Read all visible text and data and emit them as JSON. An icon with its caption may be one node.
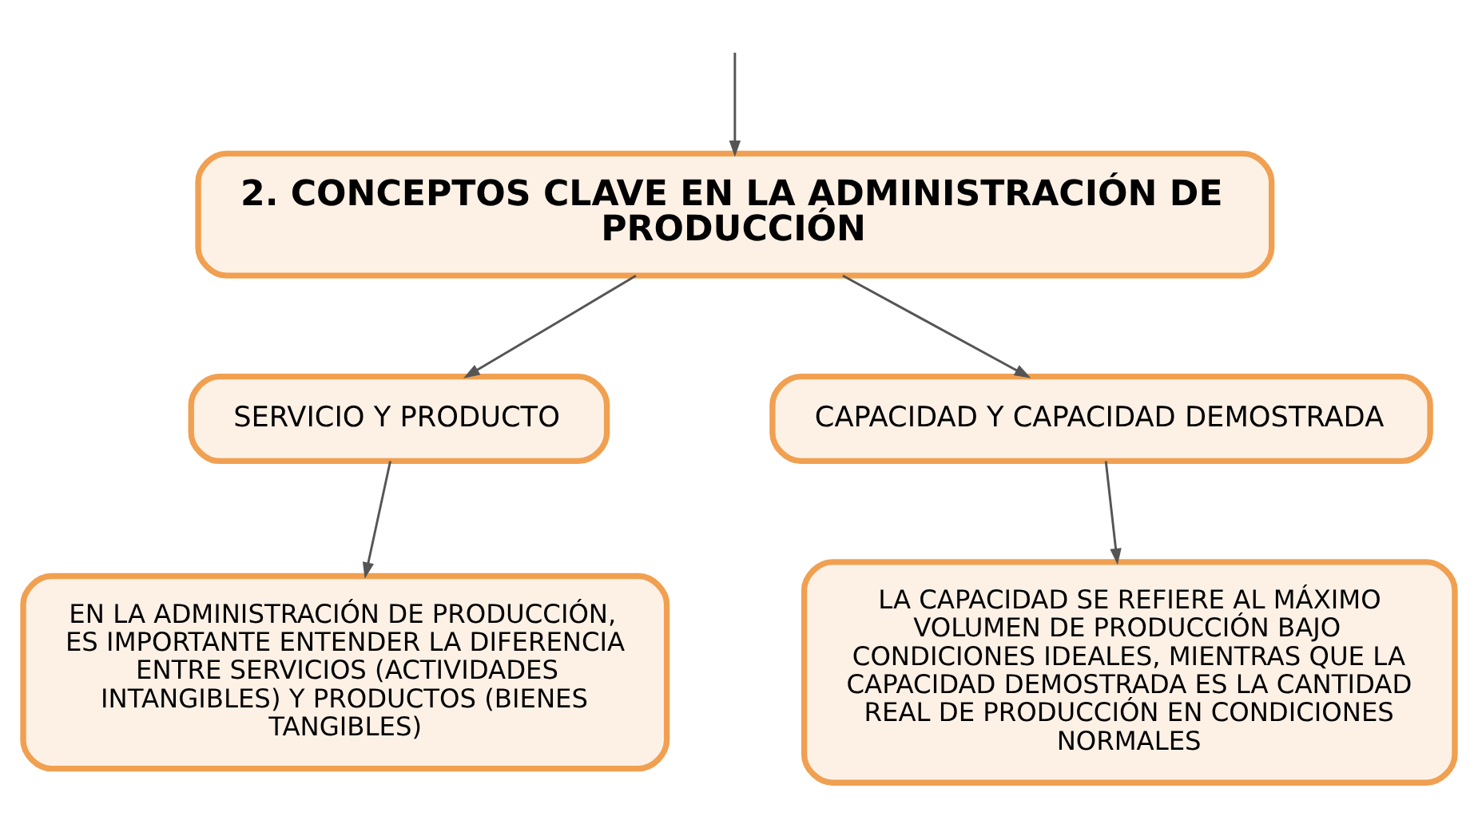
{
  "diagram": {
    "nodes": [
      {
        "text": [
          "2. CONCEPTOS CLAVE EN LA ADMINISTRACIÓN DE PRODUCCIÓN"
        ]
      },
      {
        "text": [
          "SERVICIO Y PRODUCTO"
        ]
      },
      {
        "text": [
          "CAPACIDAD Y CAPACIDAD DEMOSTRADA"
        ]
      },
      {
        "text": [
          "EN LA ADMINISTRACIÓN DE PRODUCCIÓN, ES IMPORTANTE ENTENDER LA DIFERENCIA ENTRE SERVICIOS (ACTIVIDADES INTANGIBLES) Y PRODUCTOS (BIENES TANGIBLES)"
        ]
      },
      {
        "text": [
          "LA CAPACIDAD SE REFIERE AL MÁXIMO VOLUMEN DE PRODUCCIÓN BAJO CONDICIONES IDEALES, MIENTRAS QUE LA CAPACIDAD DEMOSTRADA ES LA CANTIDAD REAL DE PRODUCCIÓN EN CONDICIONES NORMALES"
        ]
      }
    ],
    "edges": [
      {
        "from": null,
        "to": 0,
        "arrow": "to"
      },
      {
        "from": 0,
        "to": 1,
        "arrow": "to"
      },
      {
        "from": 0,
        "to": 2,
        "arrow": "to"
      },
      {
        "from": 1,
        "to": 3,
        "arrow": "to"
      },
      {
        "from": 2,
        "to": 4,
        "arrow": "to"
      }
    ]
  }
}
